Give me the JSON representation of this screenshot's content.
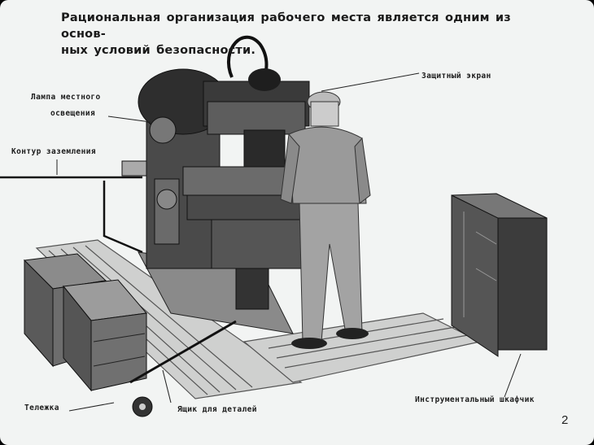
{
  "slide": {
    "title_line1": "Рациональная организация рабочего места является одним из основ-",
    "title_line2": "ных условий безопасности.",
    "page_number": "2"
  },
  "labels": {
    "protective_screen": "Защитный экран",
    "lamp_line1": "Лампа местного",
    "lamp_line2": "освещения",
    "ground_loop": "Контур заземления",
    "cart": "Тележка",
    "parts_box": "Ящик для деталей",
    "tool_cabinet": "Инструментальный шкафчик"
  },
  "colors": {
    "background": "#f2f4f3",
    "machine": "#3a3a3a",
    "ink": "#1c1c1c"
  }
}
